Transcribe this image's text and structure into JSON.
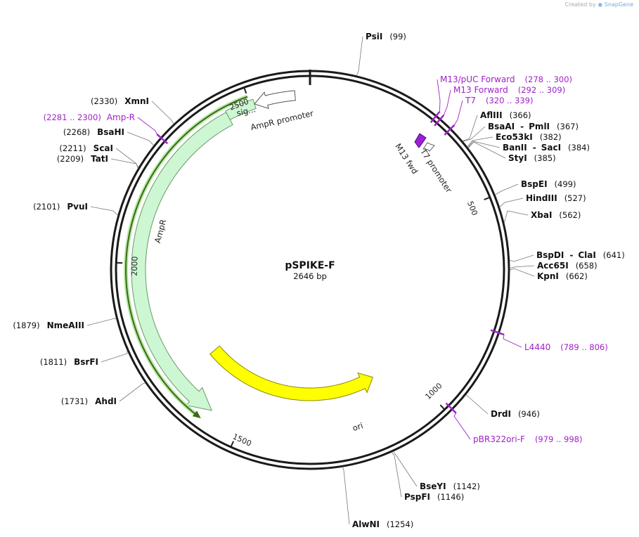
{
  "credit": {
    "prefix": "Created by",
    "brand": "SnapGene"
  },
  "plasmid": {
    "name": "pSPIKE-F",
    "size_label": "2646 bp",
    "length": 2646
  },
  "colors": {
    "backbone": "#1a1a1a",
    "primer": "#a020c8",
    "ampr_fill": "#cdf6d2",
    "ampr_stroke": "#6a9a6a",
    "ori_fill": "#ffff00",
    "ori_stroke": "#8a8a00",
    "ampr_line": "#3a6a10",
    "t7_fill": "#ffffff",
    "m13_fill": "#9a20d8"
  },
  "ticks": [
    {
      "pos": 500,
      "label": "500"
    },
    {
      "pos": 1000,
      "label": "1000"
    },
    {
      "pos": 1500,
      "label": "1500"
    },
    {
      "pos": 2000,
      "label": "2000"
    },
    {
      "pos": 2500,
      "label": "2500"
    }
  ],
  "enzymes": [
    {
      "name": "PsiI",
      "pos": "(99)",
      "bp": 99
    },
    {
      "name": "AflIII",
      "pos": "(366)",
      "bp": 366
    },
    {
      "name": "BsaAI",
      "name2": "PmlI",
      "pos": "(367)",
      "bp": 367
    },
    {
      "name": "Eco53kI",
      "pos": "(382)",
      "bp": 382
    },
    {
      "name": "BanII",
      "name2": "SacI",
      "pos": "(384)",
      "bp": 384
    },
    {
      "name": "StyI",
      "pos": "(385)",
      "bp": 385
    },
    {
      "name": "BspEI",
      "pos": "(499)",
      "bp": 499
    },
    {
      "name": "HindIII",
      "pos": "(527)",
      "bp": 527
    },
    {
      "name": "XbaI",
      "pos": "(562)",
      "bp": 562
    },
    {
      "name": "BspDI",
      "name2": "ClaI",
      "pos": "(641)",
      "bp": 641
    },
    {
      "name": "Acc65I",
      "pos": "(658)",
      "bp": 658
    },
    {
      "name": "KpnI",
      "pos": "(662)",
      "bp": 662
    },
    {
      "name": "DrdI",
      "pos": "(946)",
      "bp": 946
    },
    {
      "name": "BseYI",
      "pos": "(1142)",
      "bp": 1142
    },
    {
      "name": "PspFI",
      "pos": "(1146)",
      "bp": 1146
    },
    {
      "name": "AlwNI",
      "pos": "(1254)",
      "bp": 1254
    },
    {
      "name": "AhdI",
      "pos": "(1731)",
      "bp": 1731
    },
    {
      "name": "BsrFI",
      "pos": "(1811)",
      "bp": 1811
    },
    {
      "name": "NmeAIII",
      "pos": "(1879)",
      "bp": 1879
    },
    {
      "name": "PvuI",
      "pos": "(2101)",
      "bp": 2101
    },
    {
      "name": "TatI",
      "pos": "(2209)",
      "bp": 2209
    },
    {
      "name": "ScaI",
      "pos": "(2211)",
      "bp": 2211
    },
    {
      "name": "BsaHI",
      "pos": "(2268)",
      "bp": 2268
    },
    {
      "name": "XmnI",
      "pos": "(2330)",
      "bp": 2330
    }
  ],
  "primers": [
    {
      "name": "M13/pUC Forward",
      "pos": "(278 .. 300)",
      "bp": 289
    },
    {
      "name": "M13 Forward",
      "pos": "(292 .. 309)",
      "bp": 300
    },
    {
      "name": "T7",
      "pos": "(320 .. 339)",
      "bp": 330
    },
    {
      "name": "L4440",
      "pos": "(789 .. 806)",
      "bp": 797
    },
    {
      "name": "pBR322ori-F",
      "pos": "(979 .. 998)",
      "bp": 988
    },
    {
      "name": "Amp-R",
      "pos": "(2281 .. 2300)",
      "bp": 2290
    }
  ],
  "features": [
    {
      "name": "AmpR",
      "start": 1580,
      "end": 2440,
      "strand": -1
    },
    {
      "name": "sig...",
      "start": 2440,
      "end": 2510,
      "strand": -1
    },
    {
      "name": "AmpR promoter",
      "start": 2510,
      "end": 2610,
      "strand": -1
    },
    {
      "name": "ori",
      "start": 1100,
      "end": 1690,
      "strand": -1
    },
    {
      "name": "M13 fwd",
      "start": 292,
      "end": 309,
      "strand": 1
    },
    {
      "name": "T7 promoter",
      "start": 320,
      "end": 339,
      "strand": 1
    }
  ]
}
